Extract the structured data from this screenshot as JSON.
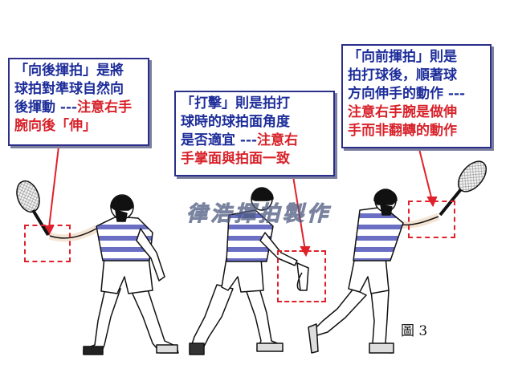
{
  "callouts": [
    {
      "lines": [
        [
          {
            "t": "「向後揮拍」是將",
            "c": "blue"
          }
        ],
        [
          {
            "t": "球拍對準球自然向",
            "c": "blue"
          }
        ],
        [
          {
            "t": "後揮動 ---",
            "c": "blue"
          },
          {
            "t": "注意右手",
            "c": "red"
          }
        ],
        [
          {
            "t": "腕向後「伸」",
            "c": "red"
          }
        ]
      ]
    },
    {
      "lines": [
        [
          {
            "t": "「打擊」則是拍打",
            "c": "blue"
          }
        ],
        [
          {
            "t": "球時的球拍面角度",
            "c": "blue"
          }
        ],
        [
          {
            "t": "是否適宜 ---",
            "c": "blue"
          },
          {
            "t": "注意右",
            "c": "red"
          }
        ],
        [
          {
            "t": "手掌面與拍面一致",
            "c": "red"
          }
        ]
      ]
    },
    {
      "lines": [
        [
          {
            "t": "「向前揮拍」則是",
            "c": "blue"
          }
        ],
        [
          {
            "t": "拍打球後，順著球",
            "c": "blue"
          }
        ],
        [
          {
            "t": "方向伸手的動作 ---",
            "c": "blue"
          }
        ],
        [
          {
            "t": "注意右手腕是做伸",
            "c": "red"
          }
        ],
        [
          {
            "t": "手而非翻轉的動作",
            "c": "red"
          }
        ]
      ]
    }
  ],
  "watermark": "律浩揮拍製作",
  "figure_label": "圖 3",
  "colors": {
    "text_blue": "#1d2d9a",
    "text_red": "#d8222a",
    "callout_border": "#2b2f8a",
    "dash_red": "#e0202a",
    "shirt_stripe": "#6b6fc4"
  }
}
